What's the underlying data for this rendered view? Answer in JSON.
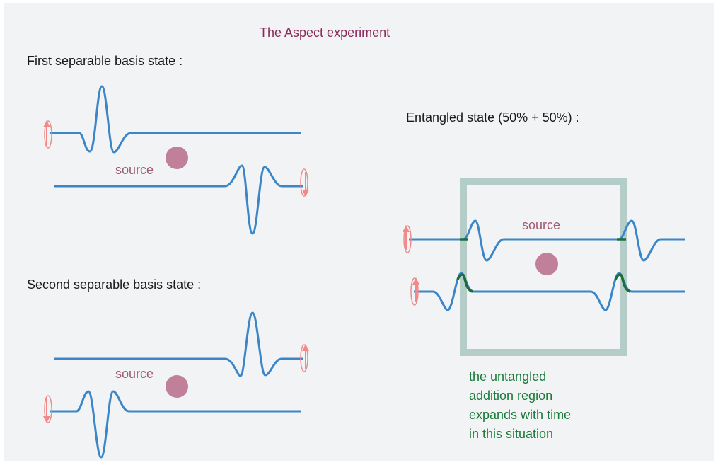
{
  "title": "The Aspect experiment",
  "first_label": "First separable basis state :",
  "second_label": "Second separable basis state :",
  "entangled_label": "Entangled state (50% + 50%) :",
  "source_label": "source",
  "note_lines": [
    "the untangled",
    "addition region",
    "expands with time",
    "in this situation"
  ],
  "colors": {
    "background": "#f2f3f4",
    "wave": "#3a86c8",
    "source": "#c0809a",
    "polarizer": "#f08a8a",
    "box": "#b5cdc8",
    "note": "#1a7a3a",
    "title": "#8b2a5a",
    "overlap": "#1f6b3a"
  },
  "icons": [
    "polarizer-arrow-icon",
    "source-dot-icon"
  ]
}
